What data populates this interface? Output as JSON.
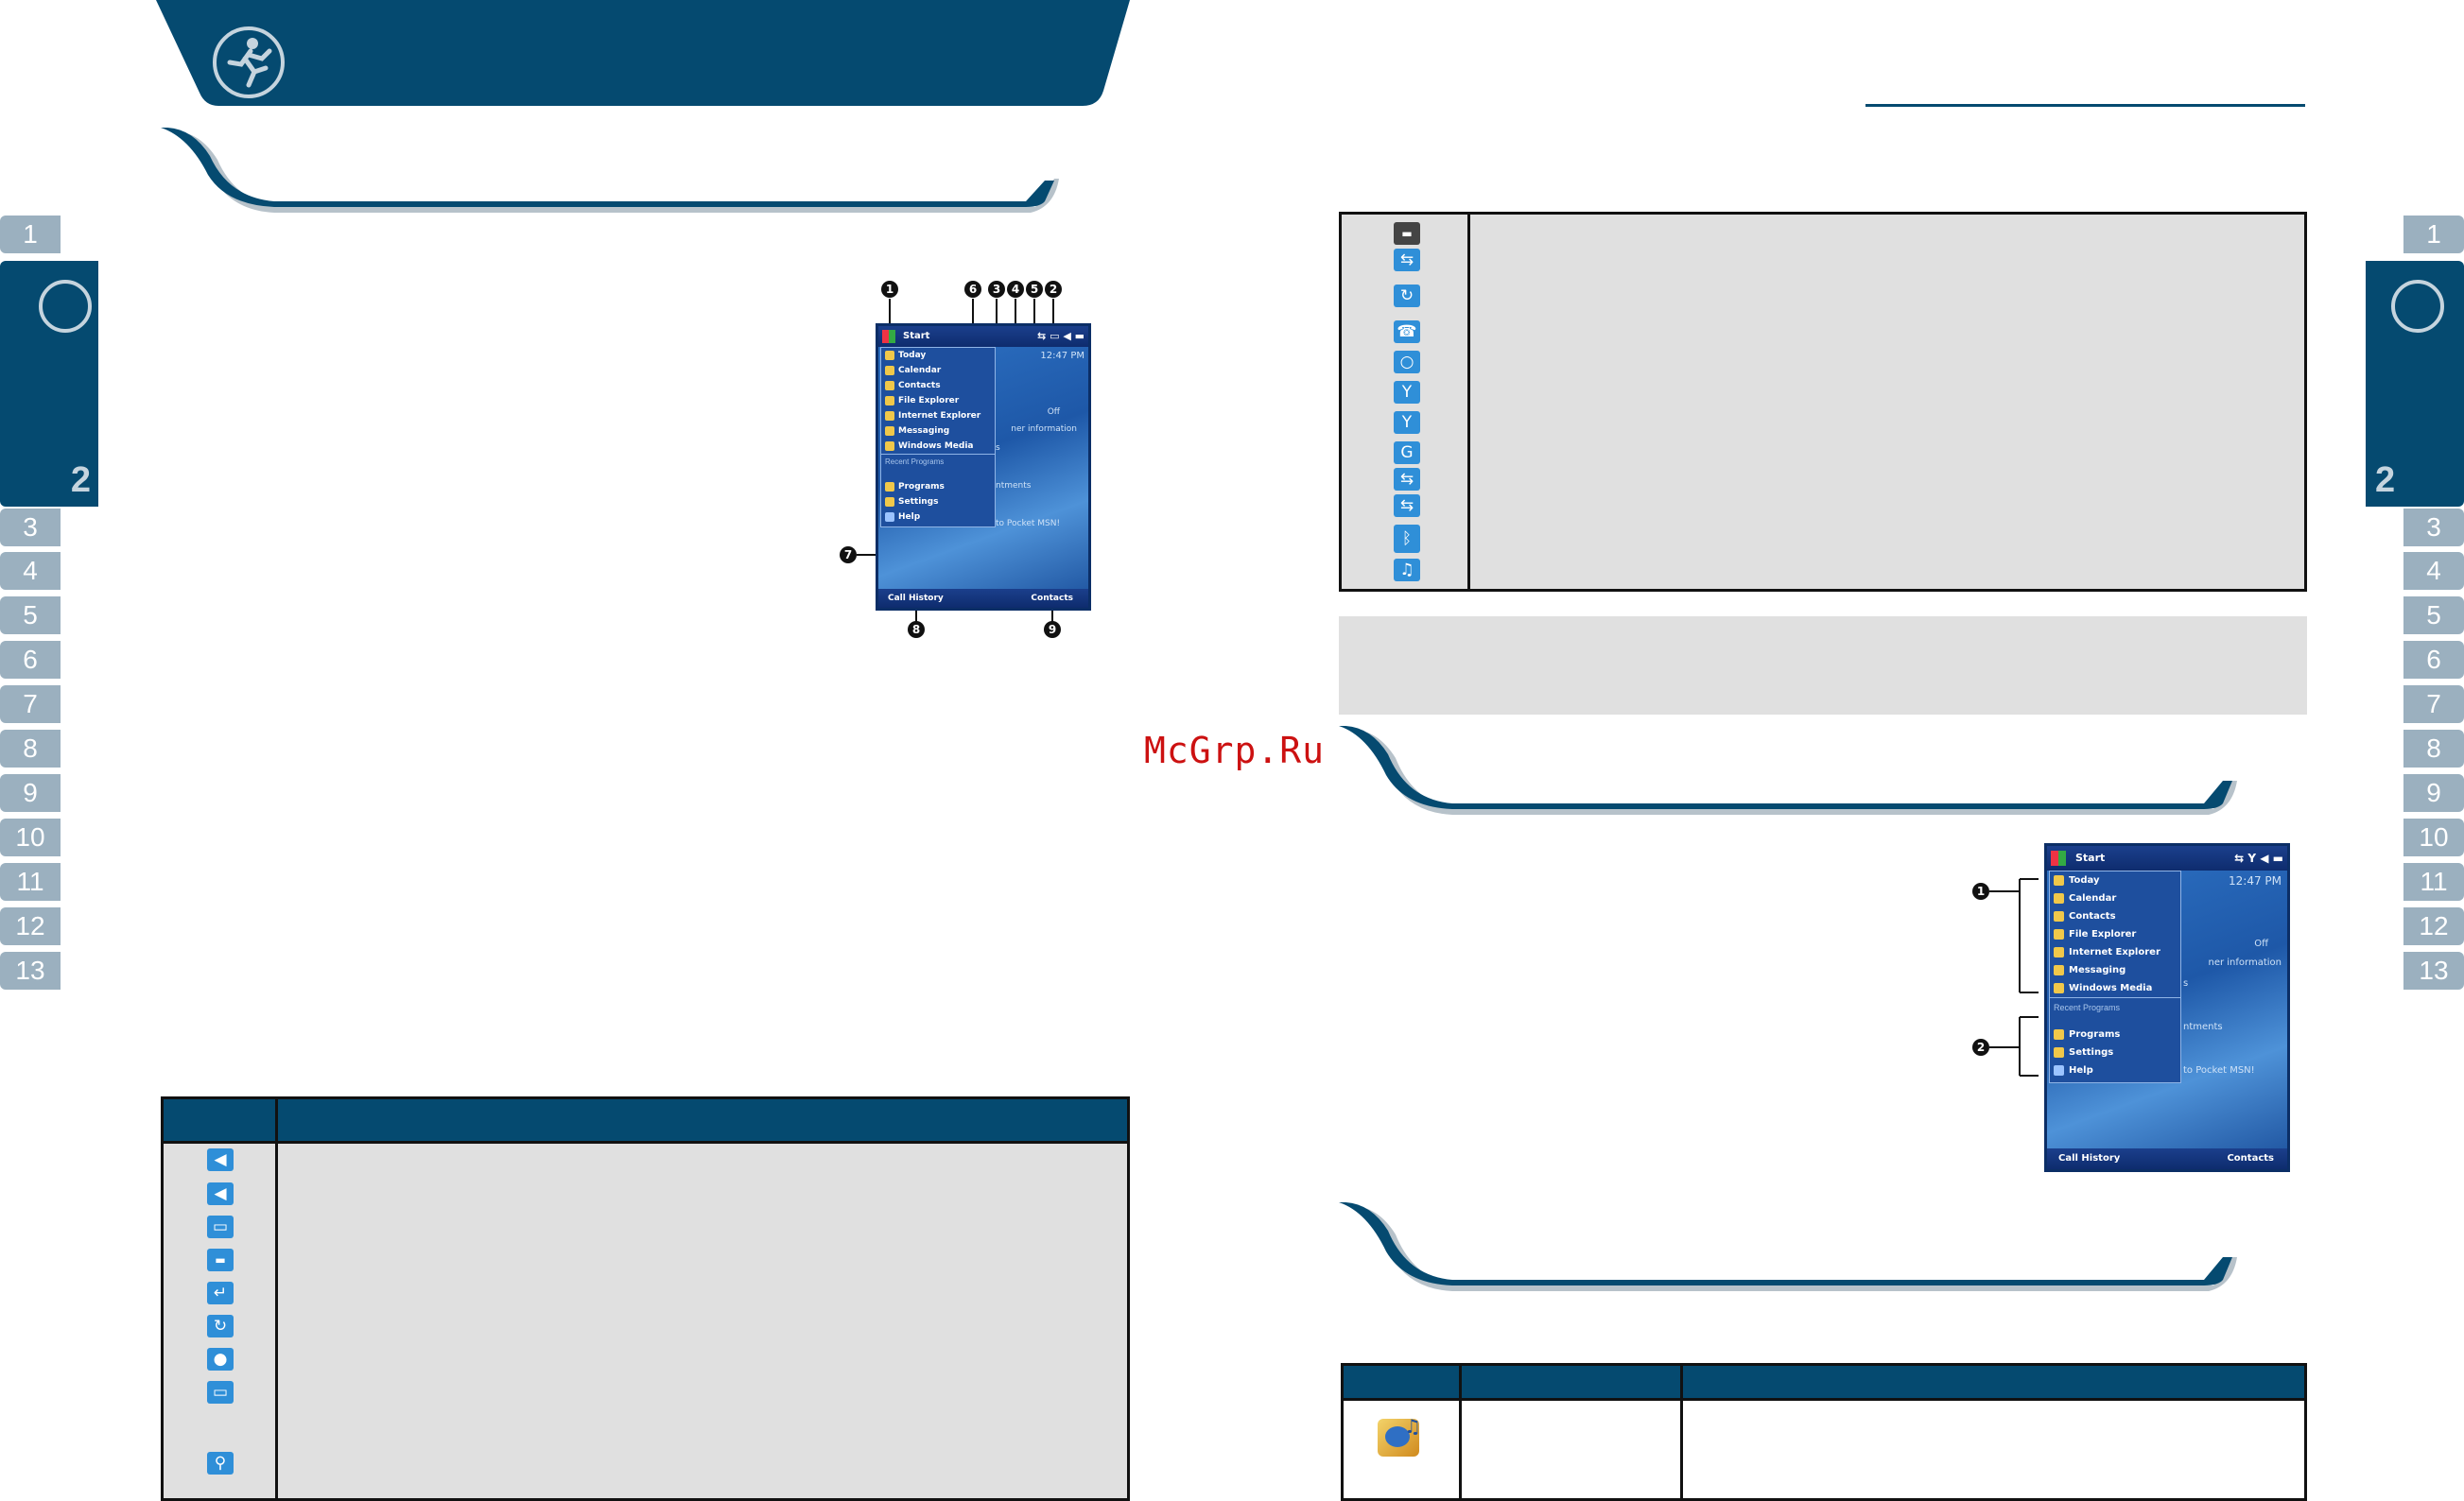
{
  "header": {
    "logo_icon": "running-man-icon"
  },
  "watermark": "McGrp.Ru",
  "side_tabs": [
    "1",
    "",
    "3",
    "4",
    "5",
    "6",
    "7",
    "8",
    "9",
    "10",
    "11",
    "12",
    "13"
  ],
  "active_chapter": "2",
  "screen": {
    "start": "Start",
    "time": "12:47 PM",
    "menu_items": [
      "Today",
      "Calendar",
      "Contacts",
      "File Explorer",
      "Internet Explorer",
      "Messaging",
      "Windows Media"
    ],
    "recent_label": "Recent Programs",
    "recent_items": [
      "Programs",
      "Settings",
      "Help"
    ],
    "bg_text": [
      "Off",
      "ner information",
      "s",
      "ntments",
      "to Pocket MSN!"
    ],
    "softkey_left": "Call History",
    "softkey_right": "Contacts"
  },
  "callouts_top": [
    "1",
    "6",
    "3",
    "4",
    "5",
    "2"
  ],
  "callouts_side": [
    "7"
  ],
  "callouts_bottom": [
    "8",
    "9"
  ],
  "callouts_screen2": [
    "1",
    "2"
  ],
  "left_table_icons": [
    "speaker-icon",
    "speaker-mute-icon",
    "alarm-icon",
    "battery-icon",
    "call-forward-icon",
    "roaming-icon",
    "contact-icon",
    "message-icon",
    "search-icon"
  ],
  "right_table_icons": [
    "battery-icon",
    "data-connection-icon",
    "sync-icon",
    "call-icon",
    "message-icon",
    "no-signal-icon",
    "signal-icon",
    "gprs-icon",
    "disconnected-icon",
    "connected-icon",
    "bluetooth-icon",
    "media-icon"
  ],
  "colors": {
    "navy": "#054a70",
    "tab": "#9bb0bf",
    "gray": "#e0e0e0",
    "watermark": "#cc1111"
  }
}
